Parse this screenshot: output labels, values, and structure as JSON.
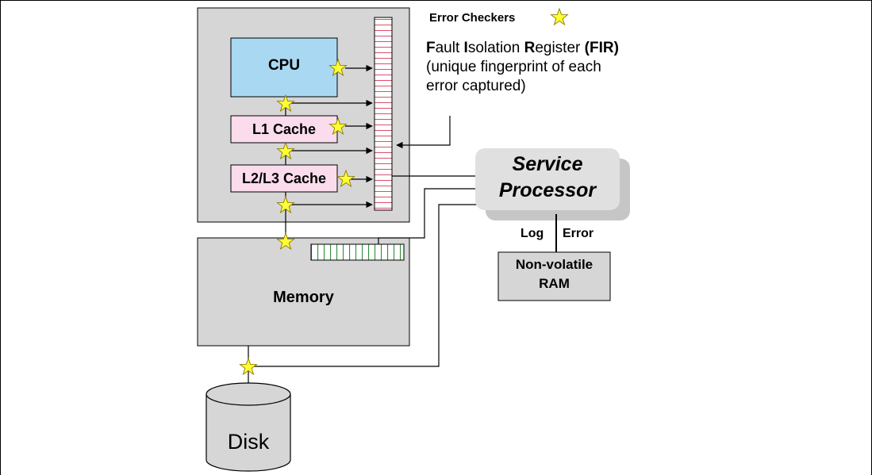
{
  "legend": {
    "error_checkers_label": "Error Checkers",
    "star_icon": "star-icon"
  },
  "fir": {
    "f": "F",
    "ault": "ault ",
    "i": "I",
    "solation": "solation ",
    "r": "R",
    "egister": "egister ",
    "abbr": "(FIR)",
    "desc_line1": "(unique fingerprint of each",
    "desc_line2": "error captured)"
  },
  "processor_chip": {
    "cpu": "CPU",
    "l1": "L1 Cache",
    "l23": "L2/L3 Cache"
  },
  "service_processor": {
    "line1": "Service",
    "line2": "Processor"
  },
  "log": {
    "left": "Log",
    "right": "Error"
  },
  "nvram": {
    "line1": "Non-volatile",
    "line2": "RAM"
  },
  "memory": {
    "label": "Memory"
  },
  "disk": {
    "label": "Disk"
  },
  "colors": {
    "cpu_fill": "#a9d8f2",
    "cache_fill": "#fadcec",
    "chip_fill": "#d6d6d6",
    "fir_stripe": "#d9506e",
    "memory_register_stripe": "#2f8f3a",
    "star_fill": "#ffff33",
    "service_fill": "#e0e0e0",
    "service_shadow": "#c6c6c6"
  }
}
